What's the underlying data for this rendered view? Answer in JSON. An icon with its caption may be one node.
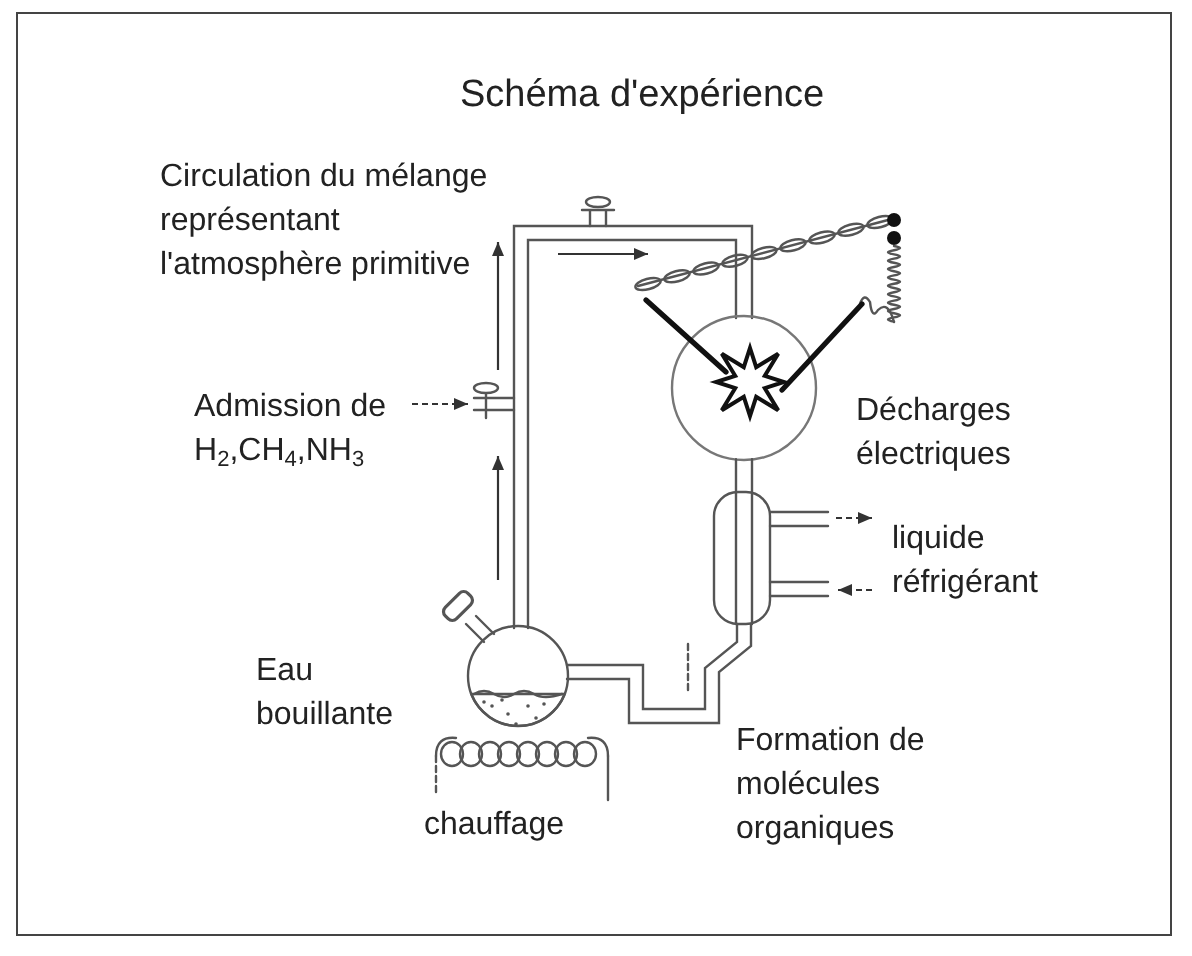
{
  "diagram": {
    "title": "Schéma d'expérience",
    "labels": [
      "Circulation du mélange représentant l'atmosphère primitive",
      "Admission de H$_{2}$,CH$_{4}$,NH$_{3}$",
      "Décharges électriques",
      "liquide réfrigérant",
      "Eau bouillante",
      "Formation de molécules organiques",
      "chauffage"
    ]
  }
}
